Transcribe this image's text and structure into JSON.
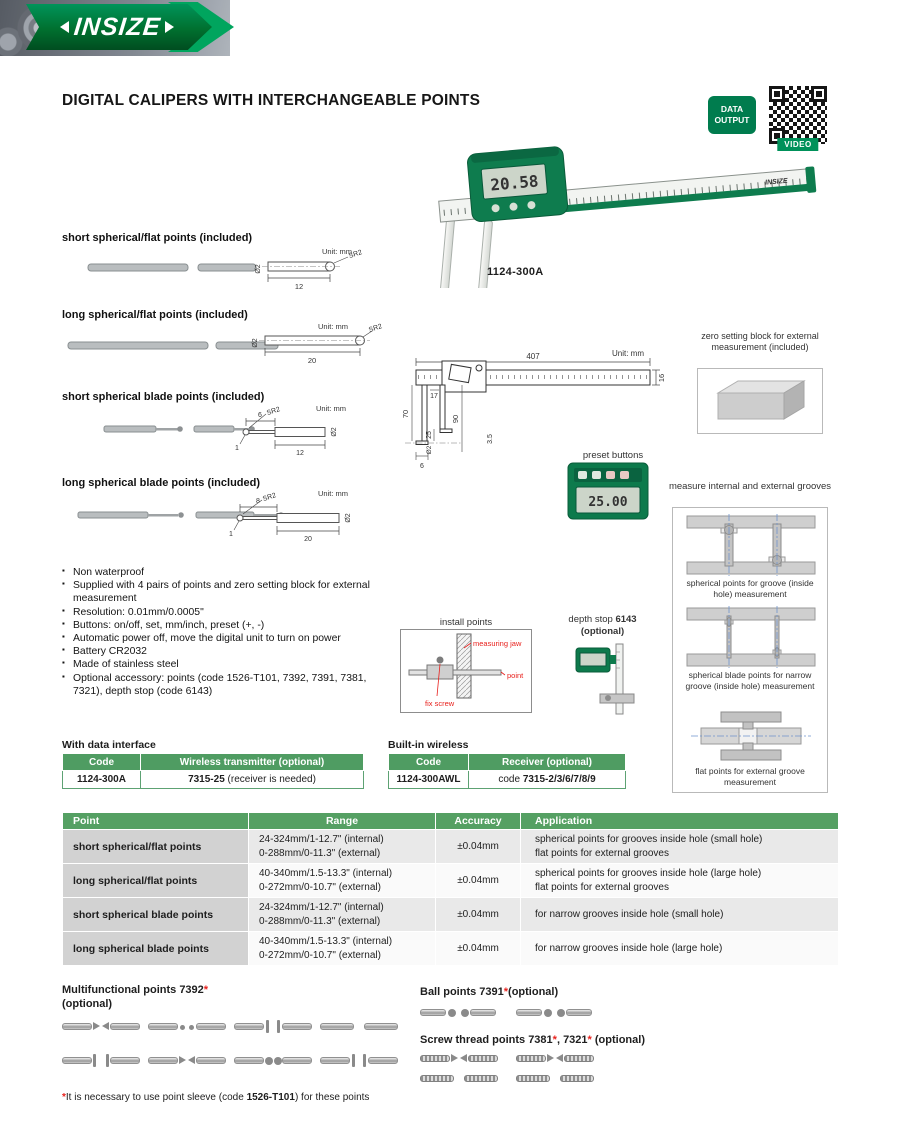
{
  "brand": {
    "logo_text": "INSIZE"
  },
  "page": {
    "title": "DIGITAL CALIPERS WITH INTERCHANGEABLE POINTS"
  },
  "badges": {
    "data_output_line1": "DATA",
    "data_output_line2": "OUTPUT",
    "video": "VIDEO"
  },
  "product": {
    "model": "1124-300A",
    "lcd_value": "20.58"
  },
  "point_sections": [
    {
      "title": "short spherical/flat points (included)",
      "unit": "Unit: mm",
      "len": "12",
      "dia": "Ø2",
      "sr": "SR2"
    },
    {
      "title": "long spherical/flat points (included)",
      "unit": "Unit: mm",
      "len": "20",
      "dia": "Ø2",
      "sr": "SR2"
    },
    {
      "title": "short spherical blade points (included)",
      "unit": "Unit: mm",
      "tip_len": "6",
      "len": "12",
      "tip_dia": "1",
      "dia": "Ø2",
      "sr": "SR2"
    },
    {
      "title": "long spherical blade points (included)",
      "unit": "Unit: mm",
      "tip_len": "8",
      "len": "20",
      "tip_dia": "1",
      "dia": "Ø2",
      "sr": "SR2"
    }
  ],
  "dimension_drawing": {
    "unit": "Unit: mm",
    "total_length": "407",
    "jaw_offset": "17",
    "jaw_depth": "70",
    "tip_len": "25",
    "tip_dia": "Ø2",
    "jaw_span": "90",
    "tip_width": "3.5",
    "point_len": "6",
    "beam_height": "16"
  },
  "zero_block": {
    "caption": "zero setting block for external measurement (included)"
  },
  "preset": {
    "label": "preset buttons",
    "lcd_value": "25.00"
  },
  "grooves": {
    "title": "measure internal and external grooves",
    "items": [
      "spherical points for groove (inside hole) measurement",
      "spherical blade points for narrow groove (inside hole) measurement",
      "flat points for external groove measurement"
    ]
  },
  "features": [
    "Non waterproof",
    "Supplied with 4 pairs of points and zero setting block for external measurement",
    "Resolution: 0.01mm/0.0005\"",
    "Buttons: on/off, set, mm/inch, preset (+, -)",
    "Automatic power off, move the digital unit to turn on power",
    "Battery CR2032",
    "Made of stainless steel",
    "Optional accessory: points (code 1526-T101, 7392, 7391, 7381, 7321), depth stop (code 6143)"
  ],
  "install_points": {
    "title": "install points",
    "label_jaw": "measuring jaw",
    "label_point": "point",
    "label_screw": "fix screw"
  },
  "depth_stop": {
    "label_prefix": "depth stop ",
    "code": "6143",
    "suffix": "(optional)"
  },
  "data_interface_table": {
    "section_title": "With data interface",
    "col_code": "Code",
    "col_value": "Wireless transmitter (optional)",
    "code": "1124-300A",
    "value_bold": "7315-25",
    "value_rest": " (receiver is needed)"
  },
  "wireless_table": {
    "section_title": "Built-in wireless",
    "col_code": "Code",
    "col_value": "Receiver (optional)",
    "code": "1124-300AWL",
    "value_prefix": "code ",
    "value_bold": "7315-2/3/6/7/8/9"
  },
  "spec_table": {
    "headers": [
      "Point",
      "Range",
      "Accuracy",
      "Application"
    ],
    "rows": [
      {
        "point": "short spherical/flat points",
        "range_internal": "24-324mm/1-12.7\" (internal)",
        "range_external": "0-288mm/0-11.3\" (external)",
        "accuracy": "±0.04mm",
        "application_1": "spherical points for grooves inside hole (small hole)",
        "application_2": "flat points for external grooves"
      },
      {
        "point": "long spherical/flat points",
        "range_internal": "40-340mm/1.5-13.3\" (internal)",
        "range_external": "0-272mm/0-10.7\" (external)",
        "accuracy": "±0.04mm",
        "application_1": "spherical points for grooves inside hole (large hole)",
        "application_2": "flat points for external grooves"
      },
      {
        "point": "short spherical blade points",
        "range_internal": "24-324mm/1-12.7\" (internal)",
        "range_external": "0-288mm/0-11.3\" (external)",
        "accuracy": "±0.04mm",
        "application_1": "for narrow grooves inside hole (small hole)",
        "application_2": ""
      },
      {
        "point": "long spherical blade points",
        "range_internal": "40-340mm/1.5-13.3\" (internal)",
        "range_external": "0-272mm/0-10.7\" (external)",
        "accuracy": "±0.04mm",
        "application_1": "for narrow grooves inside hole (large hole)",
        "application_2": ""
      }
    ]
  },
  "optional_points": {
    "multifunctional_label": "Multifunctional points 7392",
    "multifunctional_star": "*",
    "multifunctional_optional": "(optional)",
    "ball_label": "Ball points 7391",
    "ball_star": "*",
    "ball_optional": "(optional)",
    "screw_label_1": "Screw thread points 7381",
    "screw_star_1": "*",
    "screw_label_2": ", 7321",
    "screw_star_2": "*",
    "screw_optional": " (optional)"
  },
  "footnote": {
    "star": "*",
    "text_before": "It is necessary to use point sleeve (code ",
    "code": "1526-T101",
    "text_after": ") for these points"
  }
}
